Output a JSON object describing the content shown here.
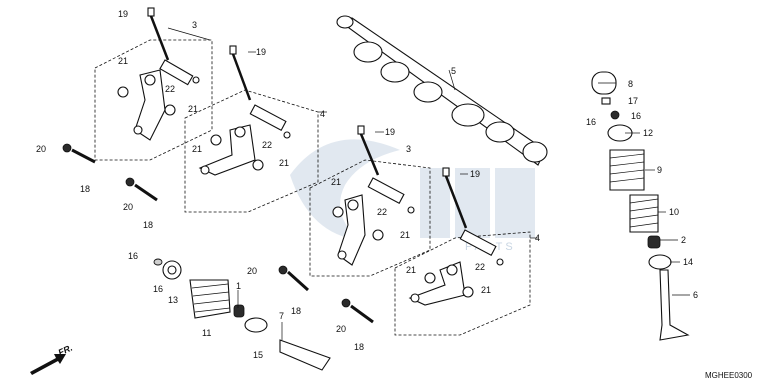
{
  "diagram": {
    "part_numbers": [
      "19",
      "3",
      "21",
      "22",
      "21",
      "20",
      "18",
      "19",
      "4",
      "21",
      "22",
      "21",
      "20",
      "18",
      "5",
      "19",
      "3",
      "21",
      "22",
      "21",
      "20",
      "18",
      "19",
      "4",
      "21",
      "22",
      "21",
      "20",
      "18",
      "16",
      "16",
      "13",
      "11",
      "1",
      "15",
      "7",
      "8",
      "17",
      "16",
      "16",
      "12",
      "9",
      "10",
      "2",
      "14",
      "6"
    ],
    "reference_code": "MGHEE0300",
    "direction_label": "FR.",
    "watermark_text": "PARTS"
  },
  "colors": {
    "ink": "#111111",
    "watermark": "#c9d6e3"
  },
  "icons": [
    "front-direction-arrow-icon"
  ]
}
